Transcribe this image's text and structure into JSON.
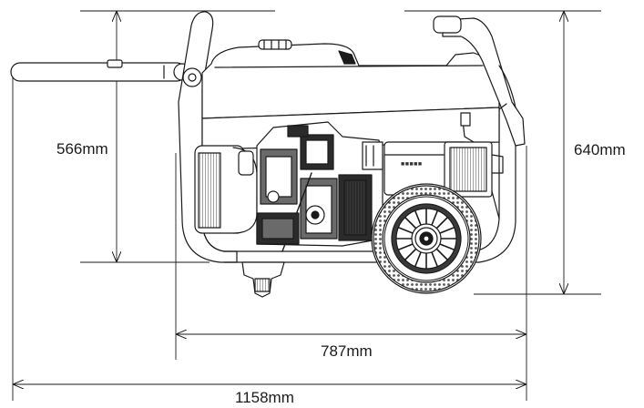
{
  "dimensions": {
    "height_566": "566mm",
    "height_640": "640mm",
    "width_787": "787mm",
    "width_1158": "1158mm"
  },
  "colors": {
    "line": "#1a1a1a",
    "body_fill": "#ffffff",
    "engine_dark": "#2b2b2b",
    "engine_mid": "#6a6a6a",
    "tire": "#3a3a3a"
  }
}
